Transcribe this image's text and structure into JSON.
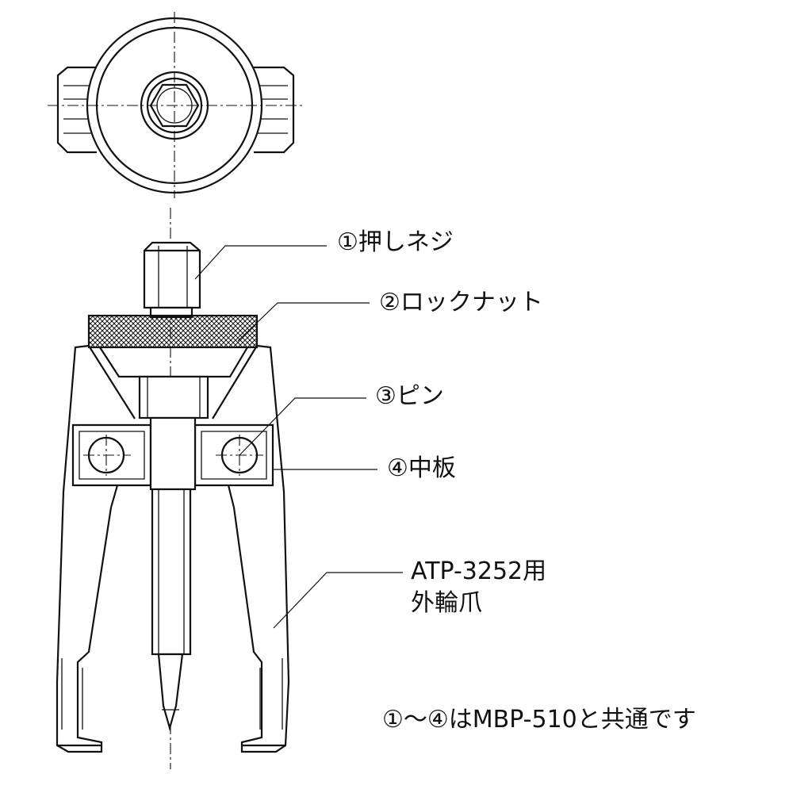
{
  "labels": {
    "push_screw": "①押しネジ",
    "lock_nut": "②ロックナット",
    "pin": "③ピン",
    "middle_plate": "④中板",
    "jaw_model": "ATP-3252用",
    "jaw_name": "外輪爪",
    "common_note": "①〜④はMBP-510と共通です"
  }
}
